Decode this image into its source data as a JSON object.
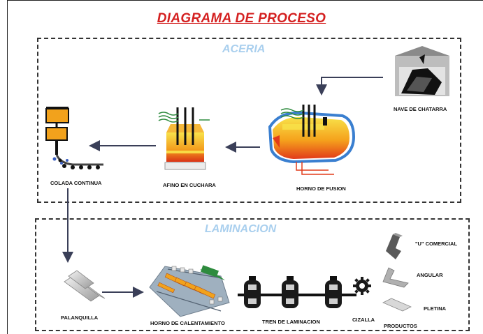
{
  "title": "DIAGRAMA DE PROCESO",
  "aceria": {
    "title": "ACERIA",
    "nodes": {
      "nave": "NAVE DE CHATARRA",
      "horno_fusion": "HORNO DE FUSION",
      "afino": "AFINO EN CUCHARA",
      "colada": "COLADA CONTINUA"
    }
  },
  "laminacion": {
    "title": "LAMINACION",
    "nodes": {
      "palanquilla": "PALANQUILLA",
      "horno_calentamiento": "HORNO DE CALENTAMIENTO",
      "tren": "TREN DE LAMINACION",
      "cizalla": "CIZALLA"
    },
    "productos": {
      "label": "PRODUCTOS",
      "items": [
        "\"U\" COMERCIAL",
        "ANGULAR",
        "PLETINA"
      ]
    }
  },
  "colors": {
    "title": "#d42020",
    "section_title": "#a9cfee",
    "arrow": "#3a3f58",
    "flame": "#f2c21a",
    "hot": "#e8421c",
    "vessel_blue": "#3a7fd0",
    "green": "#2e8b3e"
  }
}
